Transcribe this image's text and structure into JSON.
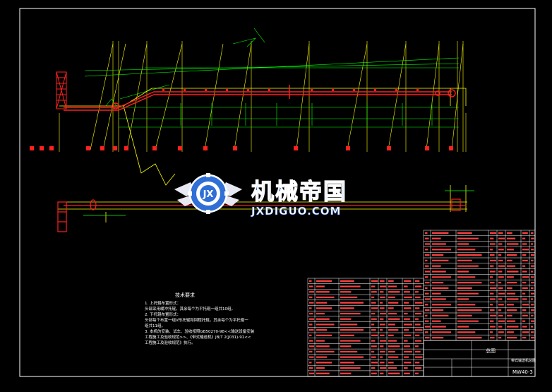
{
  "drawing": {
    "watermark_cn": "机械帝国",
    "watermark_en": "JXDIGUO.COM",
    "technical_requirements": {
      "title": "技术要求",
      "items": [
        "1. 上托辊布置形式：",
        "   头部采用缓冲托辊，其余每个为平托辊一组共10组。",
        "2. 下托辊布置形式：",
        "   头部每个布置一组V形托辊和回程托辊，其余每个为平托辊一",
        "   组共11组。",
        "3. 本机的安装、试车、验收按照GB50270-98<<输送设备安装",
        "   工程施工及验收规范>>、《带式输送机》JB/T 2(J031)-91<<",
        "   工程施工及验收规范》执行。"
      ]
    },
    "title_block": {
      "drawing_type": "总图",
      "drawing_number": "MW40-3",
      "project_name": "带式输送机总图"
    },
    "colors": {
      "background": "#000000",
      "frame": "#ffffff",
      "conveyor": "#ff2020",
      "dimension": "#00ff00",
      "structure": "#ffff00",
      "watermark": "#2f6fd6"
    }
  }
}
